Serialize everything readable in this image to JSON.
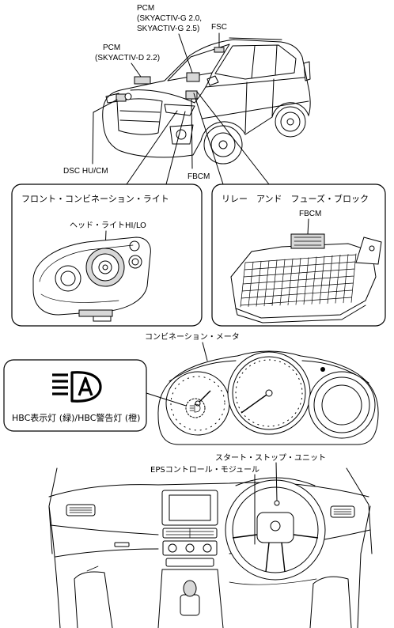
{
  "car": {
    "pcm_gasoline": [
      "PCM",
      "(SKYACTIV-G 2.0,",
      "SKYACTIV-G 2.5)"
    ],
    "fsc": "FSC",
    "pcm_diesel": [
      "PCM",
      "(SKYACTIV-D 2.2)"
    ],
    "dsc": "DSC HU/CM",
    "fbcm": "FBCM"
  },
  "headlight_panel": {
    "title": "フロント・コンビネーション・ライト",
    "part": "ヘッド・ライトHI/LO"
  },
  "fuse_panel": {
    "title": "リレー　アンド　フューズ・ブロック",
    "part": "FBCM"
  },
  "meter": {
    "title": "コンビネーション・メータ"
  },
  "hbc_panel": {
    "icon": "high-beam-control-indicator-icon",
    "caption": "HBC表示灯 (緑)/HBC警告灯 (橙)"
  },
  "dashboard": {
    "start_stop": "スタート・ストップ・ユニット",
    "eps": "EPSコントロール・モジュール"
  }
}
